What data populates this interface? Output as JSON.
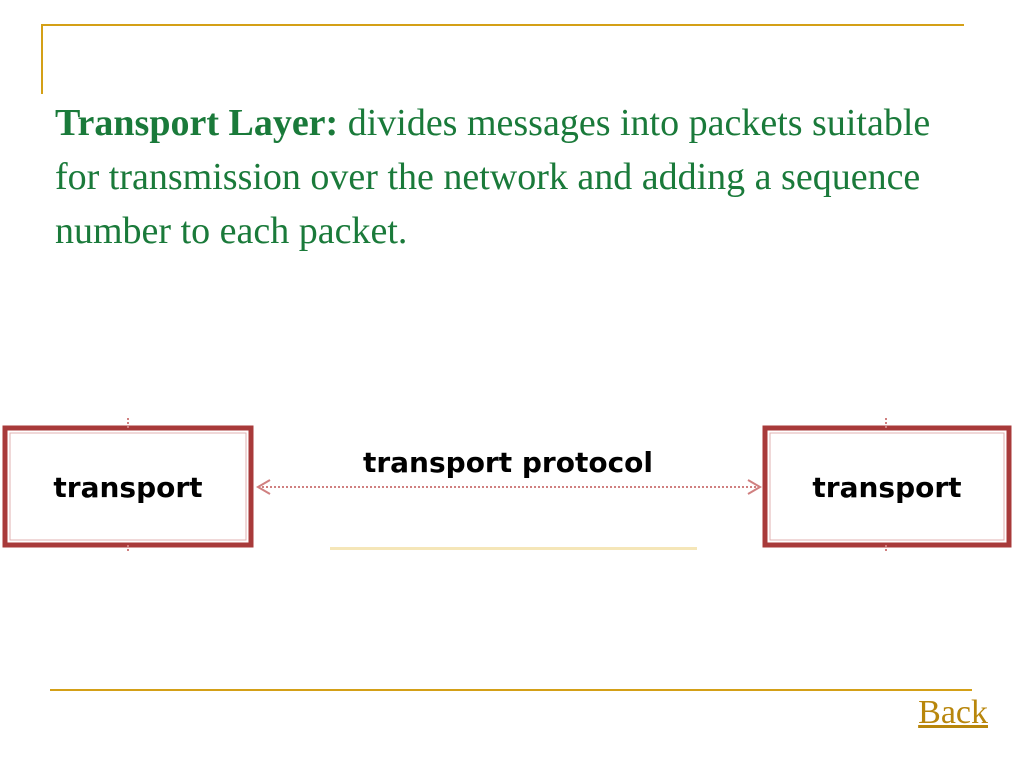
{
  "slide": {
    "term": "Transport Layer:",
    "description": " divides messages into packets suitable for transmission over the network and adding a sequence number to each packet."
  },
  "diagram": {
    "left_box_label": "transport",
    "right_box_label": "transport",
    "arrow_label": "transport protocol",
    "box_border_color": "#a83a3a",
    "arrow_color": "#d08080"
  },
  "navigation": {
    "back_label": "Back"
  },
  "colors": {
    "text": "#1a7a3a",
    "accent": "#d4a017",
    "link": "#b8860b"
  }
}
